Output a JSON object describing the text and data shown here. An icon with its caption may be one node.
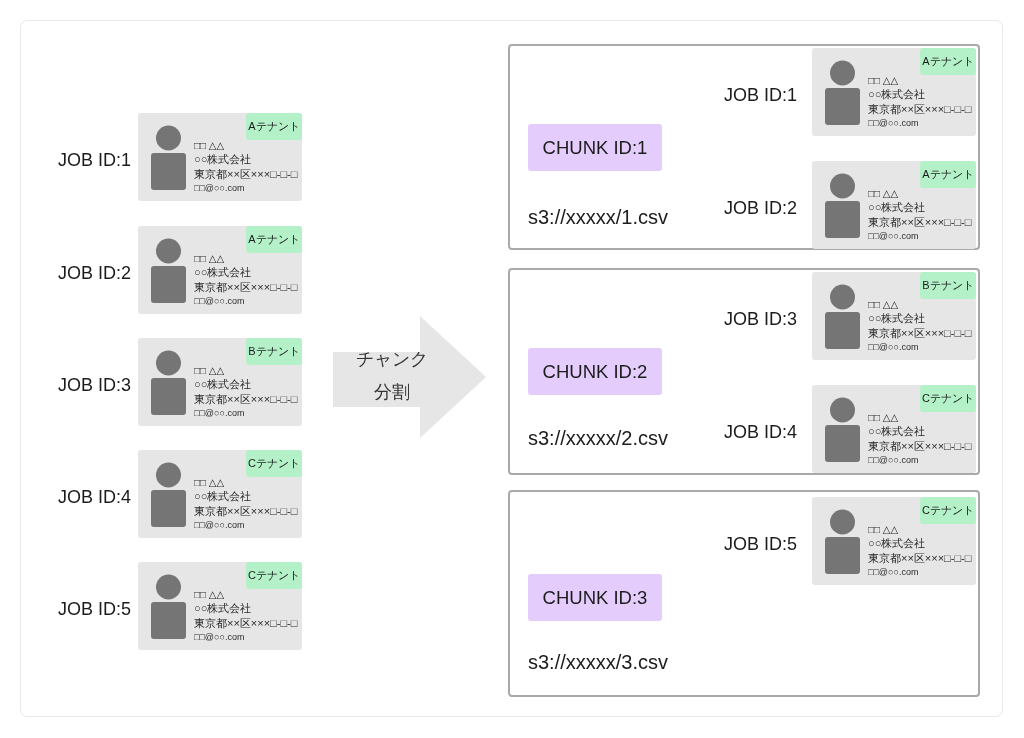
{
  "diagram": {
    "nodes": [
      {
        "text": [
          "□□ △△",
          "○○株式会社",
          "東京都××区×××□-□-□",
          "□□@○○.com"
        ],
        "beside": [
          "JOB ID:1"
        ]
      },
      {
        "text": [
          "Aテナント"
        ],
        "in": 0
      },
      {
        "text": [
          "□□ △△",
          "○○株式会社",
          "東京都××区×××□-□-□",
          "□□@○○.com"
        ],
        "beside": [
          "JOB ID:2"
        ]
      },
      {
        "text": [
          "Aテナント"
        ],
        "in": 2
      },
      {
        "text": [
          "□□ △△",
          "○○株式会社",
          "東京都××区×××□-□-□",
          "□□@○○.com"
        ],
        "beside": [
          "JOB ID:3"
        ]
      },
      {
        "text": [
          "Bテナント"
        ],
        "in": 4
      },
      {
        "text": [
          "□□ △△",
          "○○株式会社",
          "東京都××区×××□-□-□",
          "□□@○○.com"
        ],
        "beside": [
          "JOB ID:4"
        ]
      },
      {
        "text": [
          "Cテナント"
        ],
        "in": 6
      },
      {
        "text": [
          "□□ △△",
          "○○株式会社",
          "東京都××区×××□-□-□",
          "□□@○○.com"
        ],
        "beside": [
          "JOB ID:5"
        ]
      },
      {
        "text": [
          "Cテナント"
        ],
        "in": 8
      },
      {
        "text": [
          "チャンク分割"
        ]
      },
      {
        "text": [
          "s3://xxxxx/1.csv"
        ]
      },
      {
        "text": [
          "CHUNK ID:1"
        ],
        "in": 11
      },
      {
        "text": [
          "□□ △△",
          "○○株式会社",
          "東京都××区×××□-□-□",
          "□□@○○.com"
        ],
        "beside": [
          "JOB ID:1"
        ],
        "in": 11
      },
      {
        "text": [
          "Aテナント"
        ],
        "in": 13
      },
      {
        "text": [
          "□□ △△",
          "○○株式会社",
          "東京都××区×××□-□-□",
          "□□@○○.com"
        ],
        "beside": [
          "JOB ID:2"
        ],
        "in": 11
      },
      {
        "text": [
          "Aテナント"
        ],
        "in": 15
      },
      {
        "text": [
          "s3://xxxxx/2.csv"
        ]
      },
      {
        "text": [
          "CHUNK ID:2"
        ],
        "in": 17
      },
      {
        "text": [
          "□□ △△",
          "○○株式会社",
          "東京都××区×××□-□-□",
          "□□@○○.com"
        ],
        "beside": [
          "JOB ID:3"
        ],
        "in": 17
      },
      {
        "text": [
          "Bテナント"
        ],
        "in": 19
      },
      {
        "text": [
          "□□ △△",
          "○○株式会社",
          "東京都××区×××□-□-□",
          "□□@○○.com"
        ],
        "beside": [
          "JOB ID:4"
        ],
        "in": 17
      },
      {
        "text": [
          "Cテナント"
        ],
        "in": 21
      },
      {
        "text": [
          "s3://xxxxx/3.csv"
        ]
      },
      {
        "text": [
          "CHUNK ID:3"
        ],
        "in": 23
      },
      {
        "text": [
          "□□ △△",
          "○○株式会社",
          "東京都××区×××□-□-□",
          "□□@○○.com"
        ],
        "beside": [
          "JOB ID:5"
        ],
        "in": 23
      },
      {
        "text": [
          "Cテナント"
        ],
        "in": 25
      }
    ]
  }
}
